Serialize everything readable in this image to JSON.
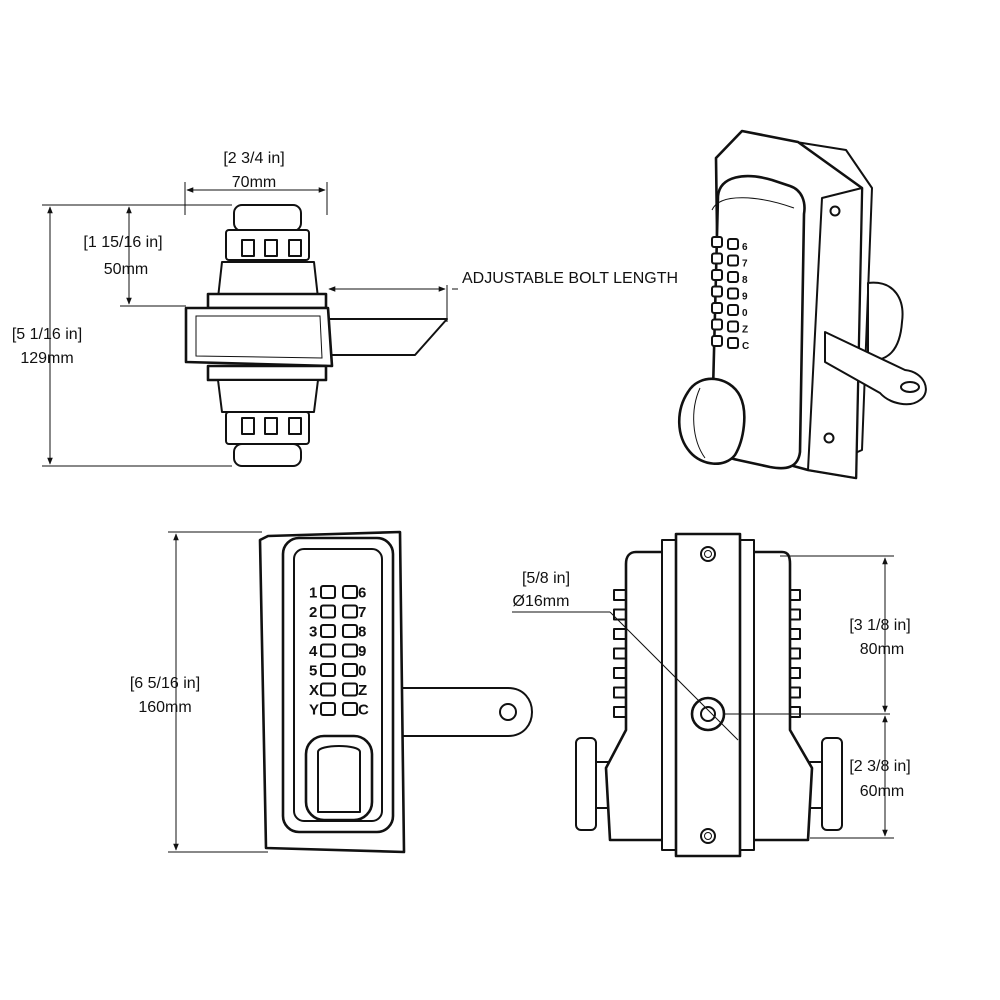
{
  "dimensions": {
    "top_width": {
      "imperial": "[2 3/4 in]",
      "metric": "70mm"
    },
    "top_height": {
      "imperial": "[1 15/16 in]",
      "metric": "50mm"
    },
    "overall_height": {
      "imperial": "[5 1/16 in]",
      "metric": "129mm"
    },
    "bolt": {
      "label": "ADJUSTABLE BOLT LENGTH"
    },
    "front_height": {
      "imperial": "[6 5/16 in]",
      "metric": "160mm"
    },
    "spindle": {
      "imperial": "[5/8 in]",
      "metric": "Ø16mm"
    },
    "upper_offset": {
      "imperial": "[3 1/8 in]",
      "metric": "80mm"
    },
    "lower_offset": {
      "imperial": "[2 3/8 in]",
      "metric": "60mm"
    }
  },
  "keypad": {
    "left_keys": [
      "1",
      "2",
      "3",
      "4",
      "5",
      "X",
      "Y"
    ],
    "right_keys": [
      "6",
      "7",
      "8",
      "9",
      "0",
      "Z",
      "C"
    ]
  }
}
